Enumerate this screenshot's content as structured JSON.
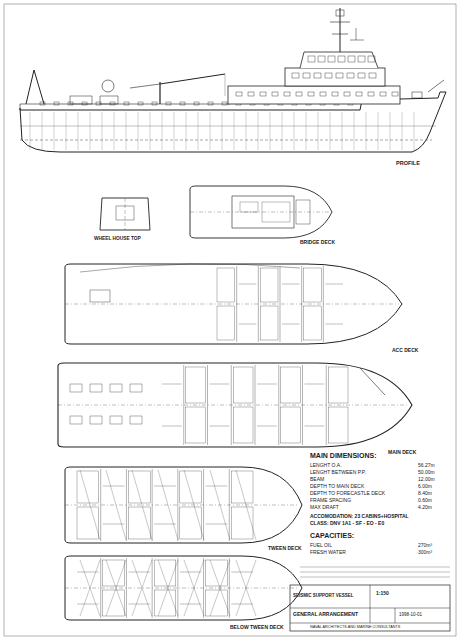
{
  "diagram": {
    "labels": [
      "PROFILE",
      "WHEEL HOUSE TOP",
      "BRIDGE DECK",
      "ACC DECK",
      "MAIN DECK",
      "TWEEN DECK",
      "BELOW TWEEN DECK",
      "MAIN DIMENSIONS:",
      "LENGHT O.A.",
      "56.27m",
      "LENGHT BETWEEN P.P.",
      "50.00m",
      "BEAM",
      "12.00m",
      "DEPTH TO MAIN DECK",
      "6.00m",
      "DEPTH TO FORECASTLE DECK",
      "8.40m",
      "FRAME SPACING",
      "0.60m",
      "MAX DRAFT",
      "4.20m",
      "ACCOMODATION: 23 CABINS+HOSPITAL",
      "CLASS: DNV 1A1 - SF - EO - E0",
      "CAPACITIES:",
      "FUEL OIL",
      "270m³",
      "FRESH WATER",
      "300m³",
      "SEISMIC SUPPORT VESSEL",
      "1:150",
      "GENERAL ARRANGEMENT",
      "1998-10-01",
      "NAVAL ARCHITECTS AND MARINE CONSULTANTS"
    ]
  }
}
